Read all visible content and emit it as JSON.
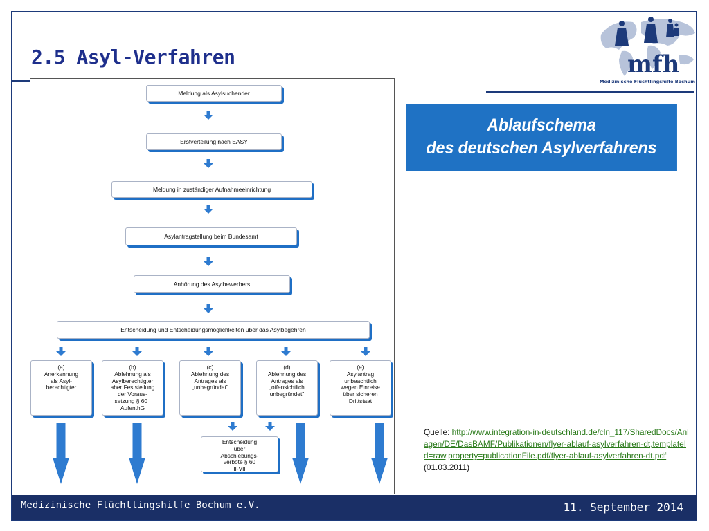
{
  "slide": {
    "title": "2.5 Asyl-Verfahren"
  },
  "logo": {
    "text": "mfh",
    "caption": "Medizinische Flüchtlingshilfe Bochum"
  },
  "flowchart": {
    "steps": [
      "Meldung als Asylsuchender",
      "Erstverteilung nach EASY",
      "Meldung in zuständiger Aufnahmeeinrichtung",
      "Asylantragstellung beim Bundesamt",
      "Anhörung des Asylbewerbers",
      "Entscheidung und Entscheidungsmöglichkeiten über das Asylbegehren"
    ],
    "outcomes": [
      "(a)\nAnerkennung\nals Asyl-\nberechtigter",
      "(b)\nAblehnung als\nAsylberechtigter\naber Feststellung\nder Voraus-\nsetzung § 60 I\nAufenthG",
      "(c)\nAblehnung des\nAntrages als\n„unbegründet\"",
      "(d)\nAblehnung des\nAntrages als\n„offensichtlich\nunbegründet\"",
      "(e)\nAsylantrag\nunbeachtlich\nwegen Einreise\nüber sicheren\nDrittstaat"
    ],
    "final": "Entscheidung\nüber\nAbschiebungs-\nverbote § 60\nII-VII"
  },
  "banner": {
    "line1": "Ablaufschema",
    "line2": "des deutschen Asylverfahrens"
  },
  "source": {
    "label": "Quelle:",
    "url": "http://www.integration-in-deutschland.de/cln_117/SharedDocs/Anlagen/DE/DasBAMF/Publikationen/flyer-ablauf-asylverfahren-dt,templateId=raw,property=publicationFile.pdf/flyer-ablauf-asylverfahren-dt.pdf",
    "date": "(01.03.2011)"
  },
  "footer": {
    "organization": "Medizinische Flüchtlingshilfe Bochum e.V.",
    "date": "11. September 2014"
  },
  "colors": {
    "navy": "#1a2f66",
    "title_blue": "#1e2f8c",
    "accent_blue": "#1f72c4",
    "arrow_blue": "#2e7bd0",
    "link_green": "#2a7a1a"
  }
}
